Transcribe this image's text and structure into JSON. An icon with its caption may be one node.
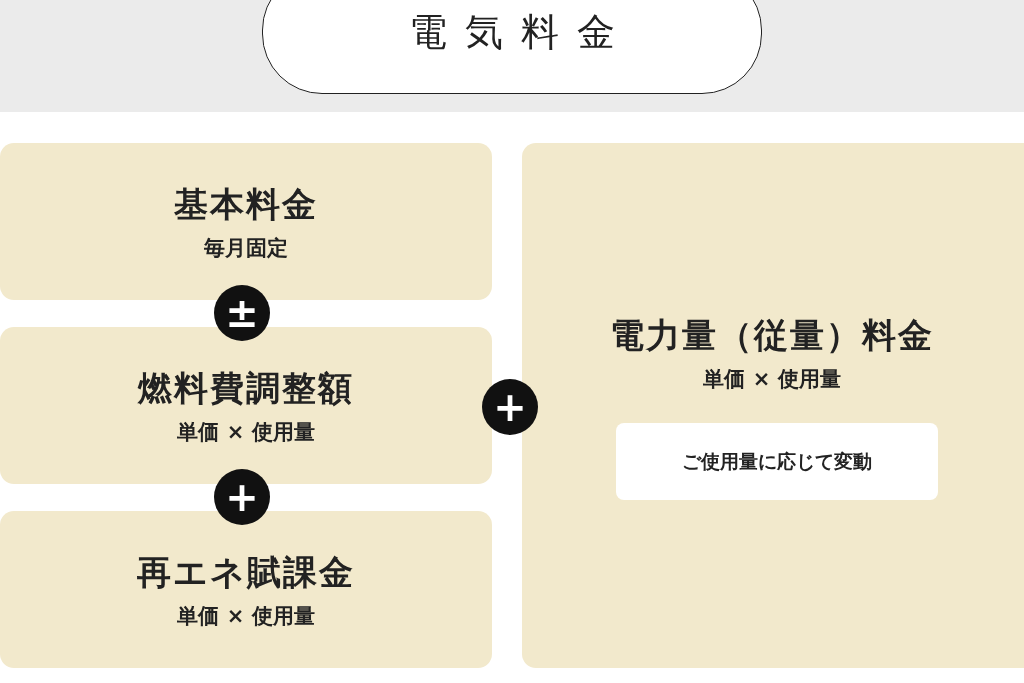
{
  "diagram": {
    "nodes": [
      {
        "text": [
          "電気料金"
        ]
      },
      {
        "text": [
          "基本料金",
          "毎月固定"
        ]
      },
      {
        "text": [
          "燃料費調整額",
          "単価 × 使用量"
        ]
      },
      {
        "text": [
          "再エネ賦課金",
          "単価 × 使用量"
        ]
      },
      {
        "text": [
          "電力量（従量）料金",
          "単価 × 使用量"
        ]
      },
      {
        "text": [
          "ご使用量に応じて変動"
        ],
        "in": 4
      }
    ],
    "edges": [],
    "labels": [
      "±",
      "+",
      "+"
    ]
  }
}
